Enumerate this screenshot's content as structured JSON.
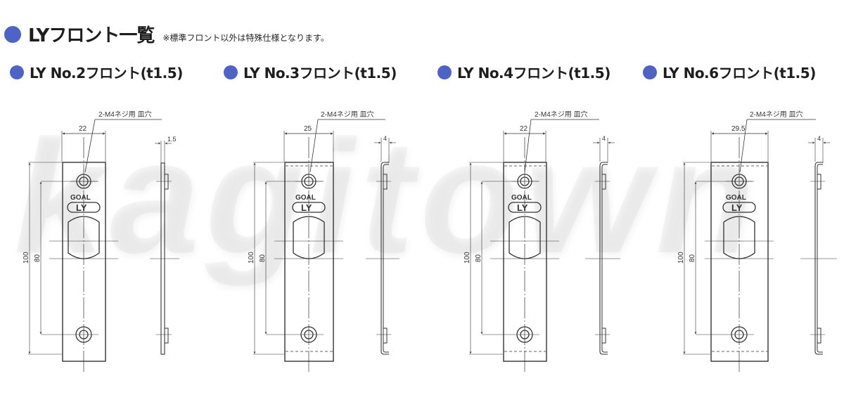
{
  "watermark": "kagitown",
  "header": {
    "title": "LYフロント一覧",
    "note": "※標準フロント以外は特殊仕様となります。",
    "bullet_color": "#4d63c6"
  },
  "fronts": [
    {
      "label": "LY No.2フロント(t1.5)",
      "screw_note": "2-M4ネジ用 皿穴",
      "width": "22",
      "thickness": "1.5",
      "height_total": "100",
      "hole_pitch": "80",
      "logo_top": "GOAL",
      "logo_bottom": "LY"
    },
    {
      "label": "LY No.3フロント(t1.5)",
      "screw_note": "2-M4ネジ用 皿穴",
      "width": "25",
      "thickness": "4",
      "height_total": "100",
      "hole_pitch": "80",
      "logo_top": "GOAL",
      "logo_bottom": "LY"
    },
    {
      "label": "LY No.4フロント(t1.5)",
      "screw_note": "2-M4ネジ用 皿穴",
      "width": "22",
      "thickness": "4",
      "height_total": "100",
      "hole_pitch": "80",
      "logo_top": "GOAL",
      "logo_bottom": "LY"
    },
    {
      "label": "LY No.6フロント(t1.5)",
      "screw_note": "2-M4ネジ用 皿穴",
      "width": "29.5",
      "thickness": "4",
      "height_total": "100",
      "hole_pitch": "80",
      "logo_top": "GOAL",
      "logo_bottom": "LY"
    }
  ]
}
